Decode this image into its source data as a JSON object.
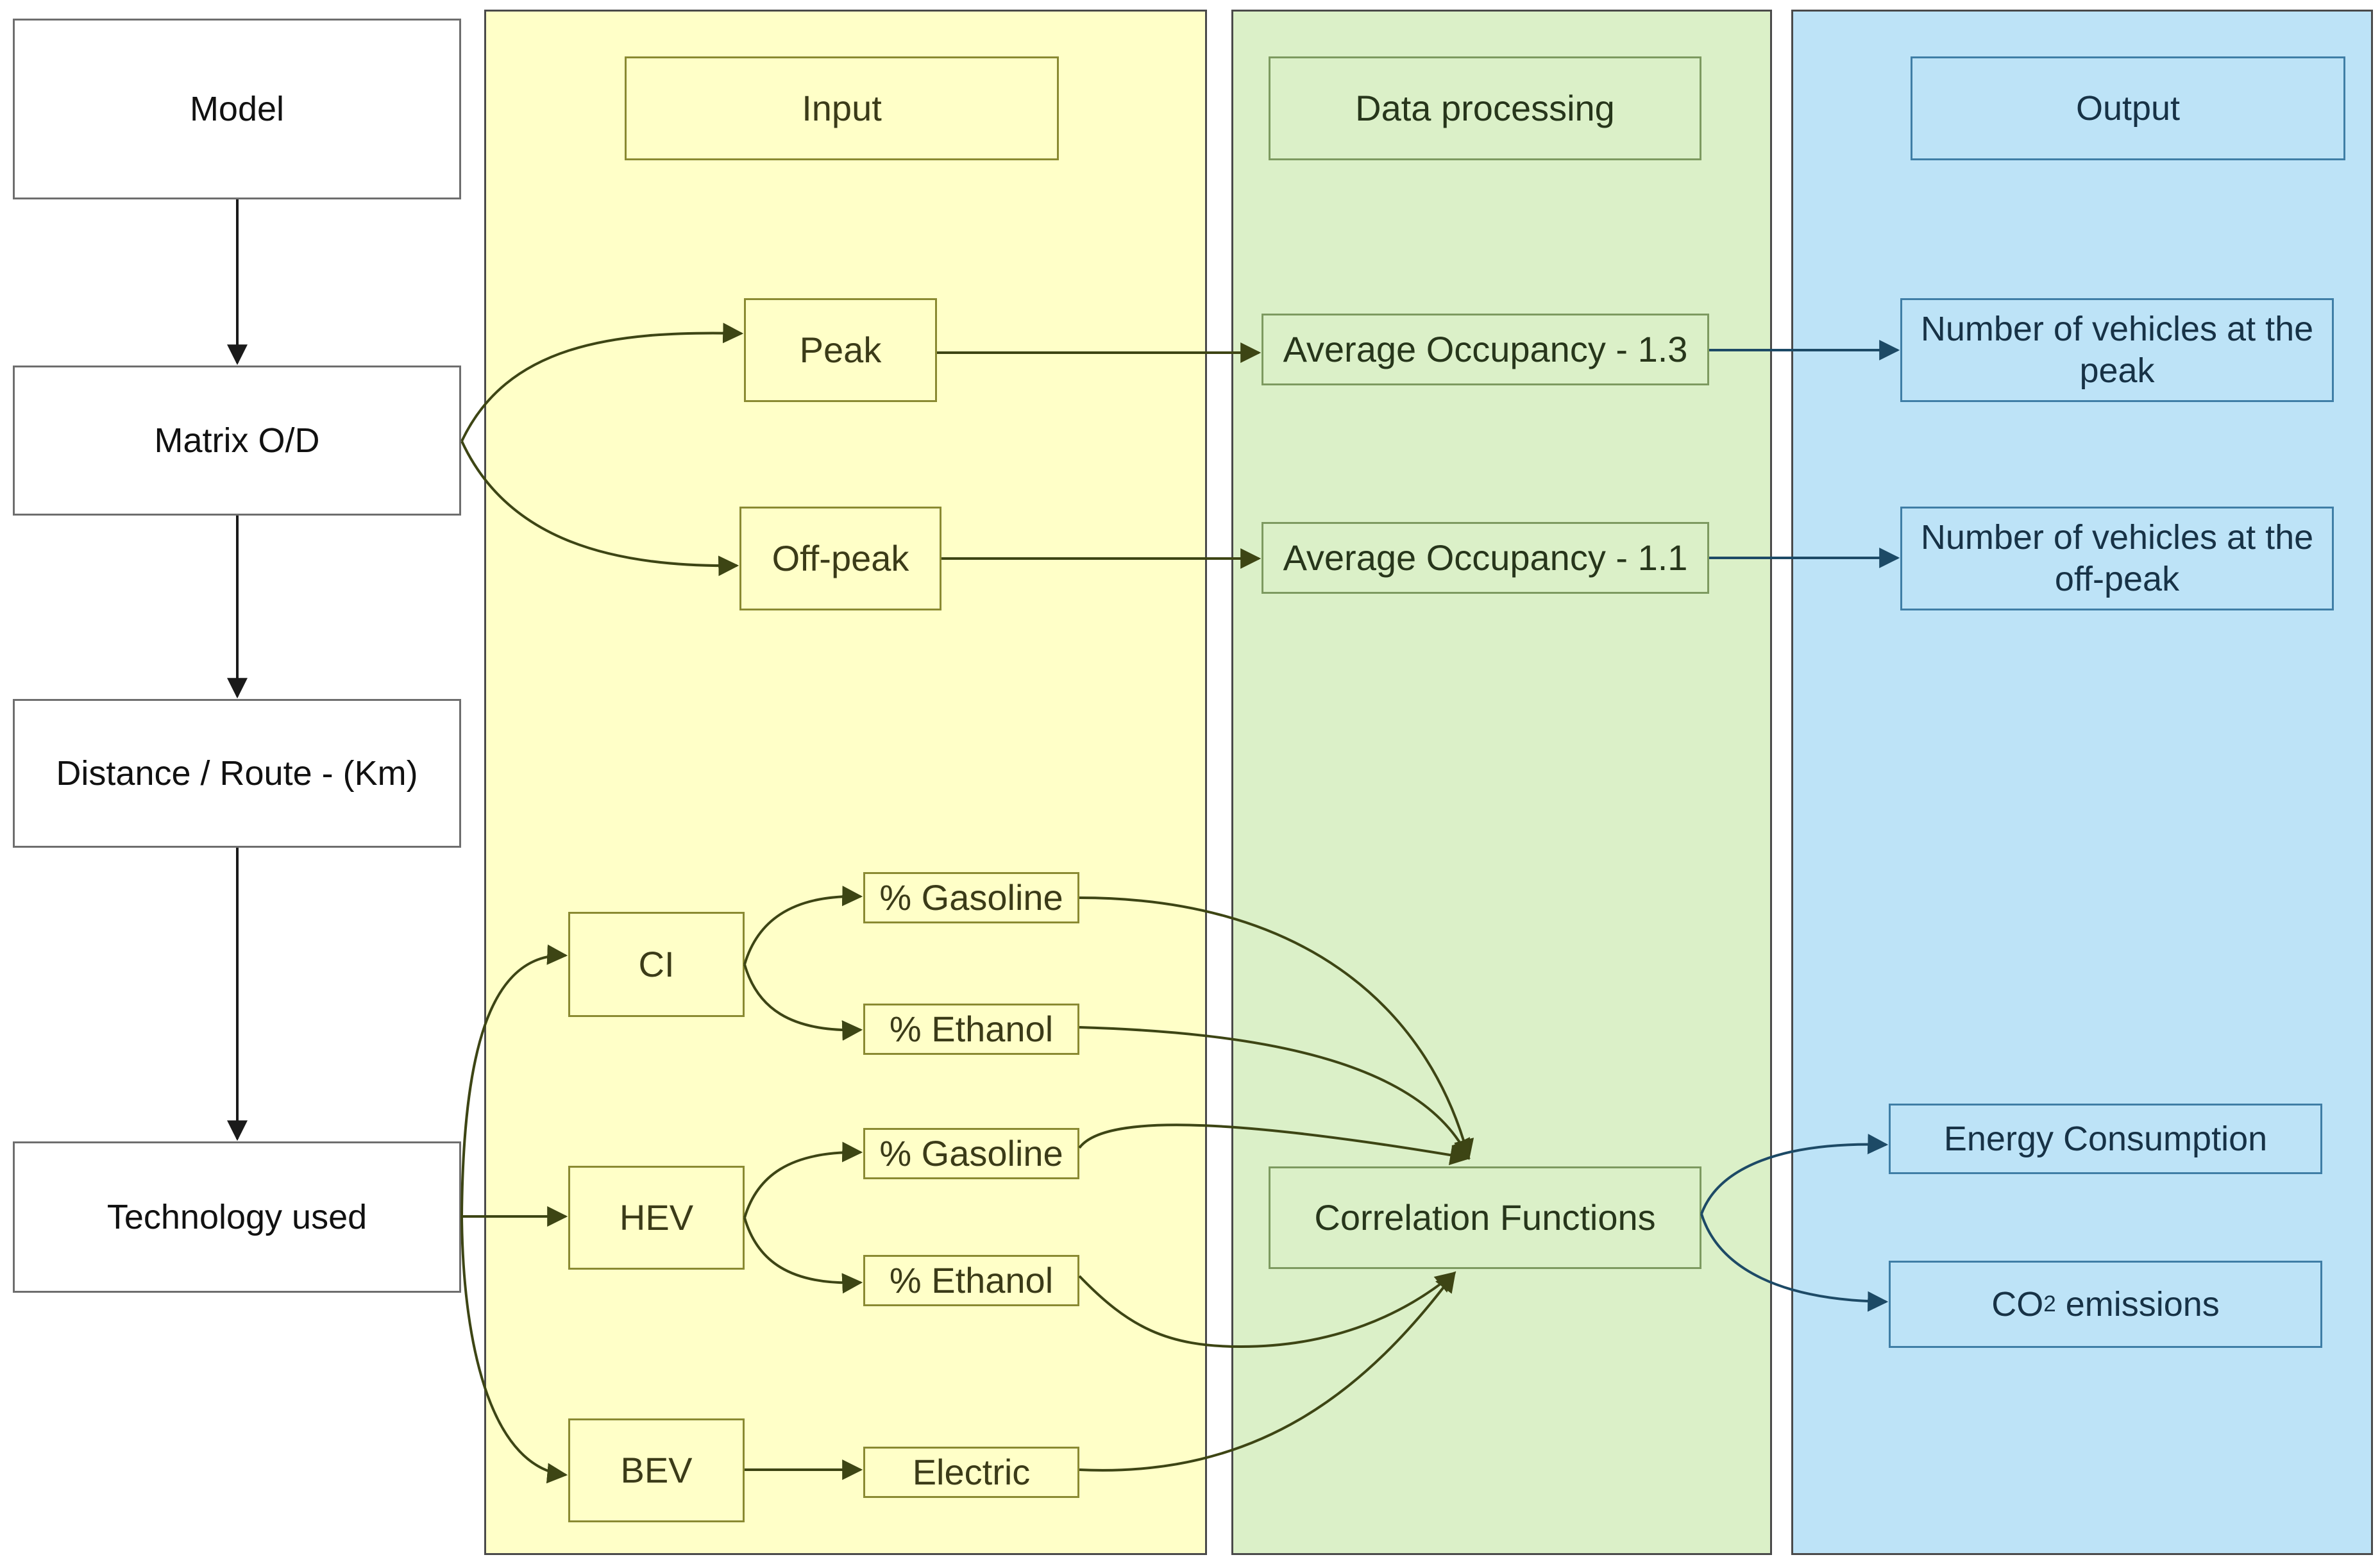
{
  "lanes": {
    "input": {
      "title": "Input",
      "color": "#ffffc8"
    },
    "processing": {
      "title": "Data processing",
      "color": "#dbf0c8"
    },
    "output": {
      "title": "Output",
      "color": "#bde3f7"
    }
  },
  "model": {
    "title": "Model",
    "steps": [
      "Matrix O/D",
      "Distance / Route - (Km)",
      "Technology used"
    ]
  },
  "input": {
    "peak": "Peak",
    "off_peak": "Off-peak",
    "ci": "CI",
    "hev": "HEV",
    "bev": "BEV",
    "ci_gasoline": "% Gasoline",
    "ci_ethanol": "% Ethanol",
    "hev_gasoline": "% Gasoline",
    "hev_ethanol": "% Ethanol",
    "electric": "Electric"
  },
  "processing": {
    "occupancy_peak": "Average Occupancy - 1.3",
    "occupancy_off_peak": "Average Occupancy - 1.1",
    "correlation": "Correlation Functions"
  },
  "output": {
    "vehicles_peak": "Number of vehicles at the peak",
    "vehicles_off_peak": "Number of vehicles at the off-peak",
    "energy": "Energy Consumption",
    "co2_prefix": "CO",
    "co2_subscript": "2",
    "co2_suffix": " emissions"
  },
  "colors": {
    "model_arrow": "#1a1a1a",
    "input_arrow": "#3d4514",
    "output_arrow": "#1d4a66"
  }
}
